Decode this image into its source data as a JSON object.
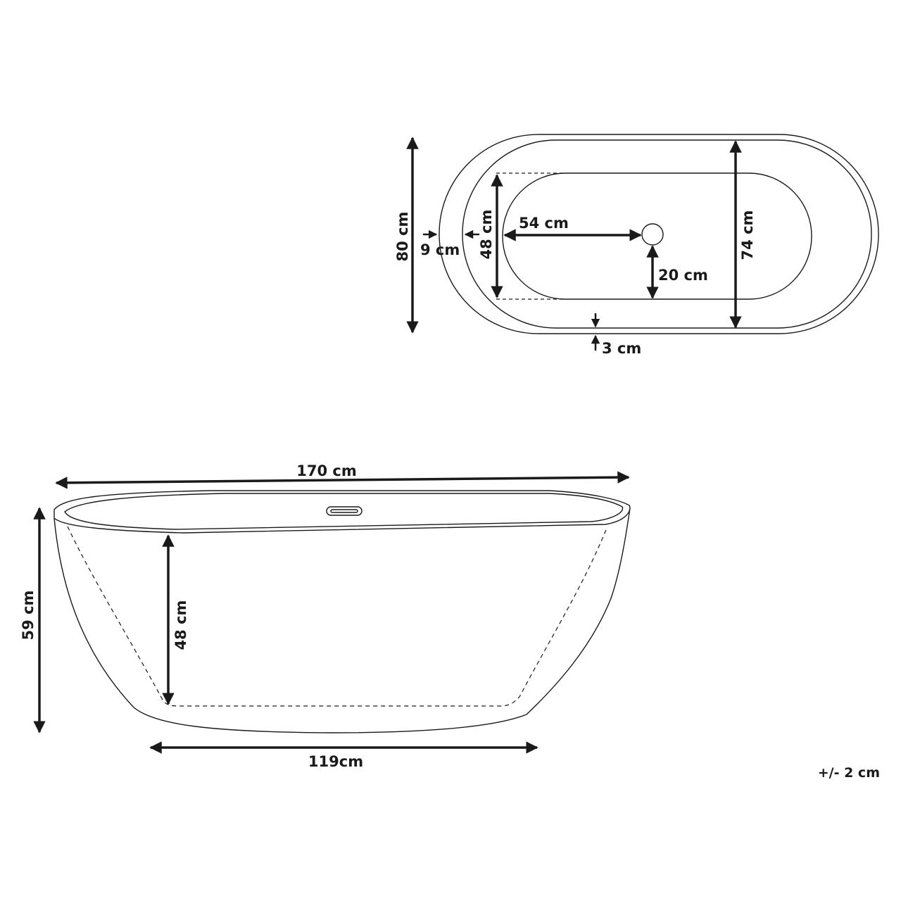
{
  "diagram": {
    "subject": "Freestanding oval bathtub dimensions",
    "colors": {
      "line": "#1a1a1a",
      "background": "#ffffff"
    },
    "top_view": {
      "outer_width_label": "80 cm",
      "rim_width_label": "9 cm",
      "basin_width_label": "48 cm",
      "drain_from_end_label": "54 cm",
      "drain_from_side_label": "20 cm",
      "inner_width_label": "74 cm",
      "wall_thickness_label": "3 cm"
    },
    "side_view": {
      "length_label": "170 cm",
      "height_label": "59 cm",
      "depth_label": "48 cm",
      "bottom_length_label": "119cm"
    },
    "tolerance_label": "+/- 2 cm"
  }
}
